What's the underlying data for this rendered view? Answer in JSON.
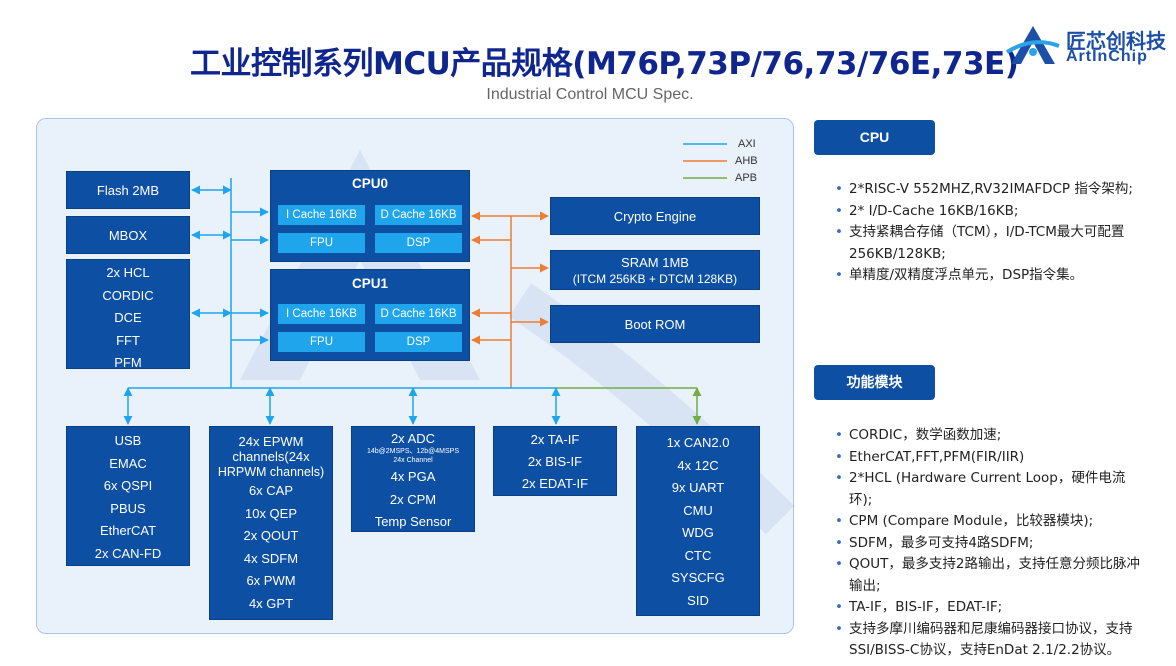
{
  "header": {
    "title": "工业控制系列MCU产品规格(M76P,73P/76,73/76E,73E)",
    "subtitle": "Industrial Control MCU Spec."
  },
  "logo": {
    "cn": "匠芯创科技",
    "en": "ArtInChip",
    "icon": "artinchip-logo-icon",
    "color": "#1d4fa8"
  },
  "legend": [
    {
      "label": "AXI",
      "color": "#1ea5ec"
    },
    {
      "label": "AHB",
      "color": "#ed7d31"
    },
    {
      "label": "APB",
      "color": "#70ad47"
    }
  ],
  "colors": {
    "block": "#0d4fa3",
    "sub_block": "#1ea5ec",
    "panel": "#e9f1fb",
    "title": "#10268f"
  },
  "left_blocks": {
    "flash": "Flash 2MB",
    "mbox": "MBOX",
    "group": [
      "2x HCL",
      "CORDIC",
      "DCE",
      "FFT",
      "PFM"
    ]
  },
  "cpu0": {
    "title": "CPU0",
    "icache": "I Cache 16KB",
    "dcache": "D Cache 16KB",
    "fpu": "FPU",
    "dsp": "DSP"
  },
  "cpu1": {
    "title": "CPU1",
    "icache": "I Cache 16KB",
    "dcache": "D Cache 16KB",
    "fpu": "FPU",
    "dsp": "DSP"
  },
  "right_blocks": {
    "crypto": "Crypto Engine",
    "sram": [
      "SRAM 1MB",
      "(ITCM 256KB + DTCM 128KB)"
    ],
    "bootrom": "Boot ROM"
  },
  "bottom_blocks": {
    "io1": [
      "USB",
      "EMAC",
      "6x QSPI",
      "PBUS",
      "EtherCAT",
      "2x CAN-FD"
    ],
    "pwm": [
      "24x EPWM",
      "channels(24x",
      "HRPWM channels)",
      "6x CAP",
      "10x QEP",
      "2x QOUT",
      "4x SDFM",
      "6x PWM",
      "4x GPT"
    ],
    "adc": {
      "title": "2x ADC",
      "note1": "14b@2MSPS、12b@4MSPS",
      "note2": "24x Channel",
      "items": [
        "4x PGA",
        "2x CPM",
        "Temp Sensor"
      ]
    },
    "if": [
      "2x TA-IF",
      "2x BIS-IF",
      "2x EDAT-IF"
    ],
    "periph": [
      "1x CAN2.0",
      "4x 12C",
      "9x UART",
      "CMU",
      "WDG",
      "CTC",
      "SYSCFG",
      "SID"
    ]
  },
  "right_panel": {
    "cpu_title": "CPU",
    "cpu_items": [
      "2*RISC-V 552MHZ,RV32IMAFDCP 指令架构;",
      "2* I/D-Cache 16KB/16KB;",
      "支持紧耦合存储（TCM），I/D-TCM最大可配置256KB/128KB;",
      "单精度/双精度浮点单元，DSP指令集。"
    ],
    "func_title": "功能模块",
    "func_items": [
      "CORDIC，数学函数加速;",
      "EtherCAT,FFT,PFM(FIR/IIR)",
      "2*HCL (Hardware Current Loop，硬件电流环);",
      "CPM (Compare Module，比较器模块);",
      "SDFM，最多可支持4路SDFM;",
      "QOUT，最多支持2路输出，支持任意分频比脉冲输出;",
      "TA-IF，BIS-IF，EDAT-IF;",
      "支持多摩川编码器和尼康编码器接口协议，支持SSI/BISS-C协议，支持EnDat 2.1/2.2协议。"
    ]
  }
}
